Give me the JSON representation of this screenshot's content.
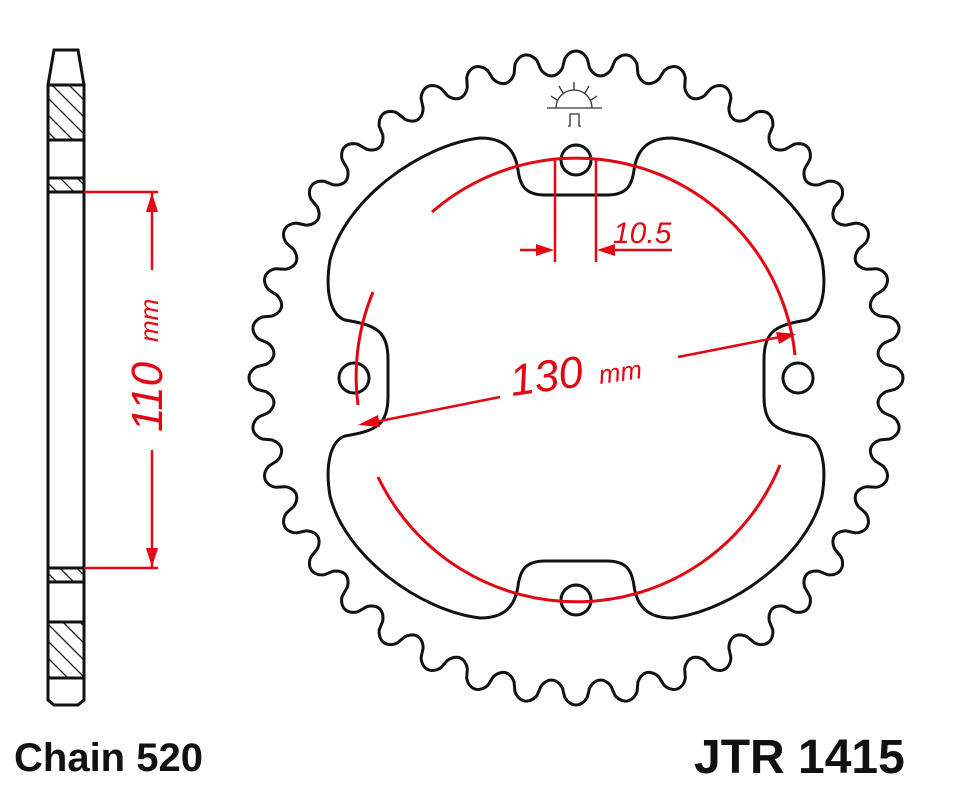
{
  "colors": {
    "outline": "#111111",
    "dimension": "#e30613"
  },
  "sprocket": {
    "teeth": 40
  },
  "dimensions": {
    "pcd_value": "130",
    "pcd_unit": "mm",
    "hole_value": "10.5",
    "profile_value": "110",
    "profile_unit": "mm"
  },
  "labels": {
    "chain": "Chain 520",
    "part_number": "JTR 1415"
  },
  "logo": {
    "icon": "sun-logo-icon"
  }
}
